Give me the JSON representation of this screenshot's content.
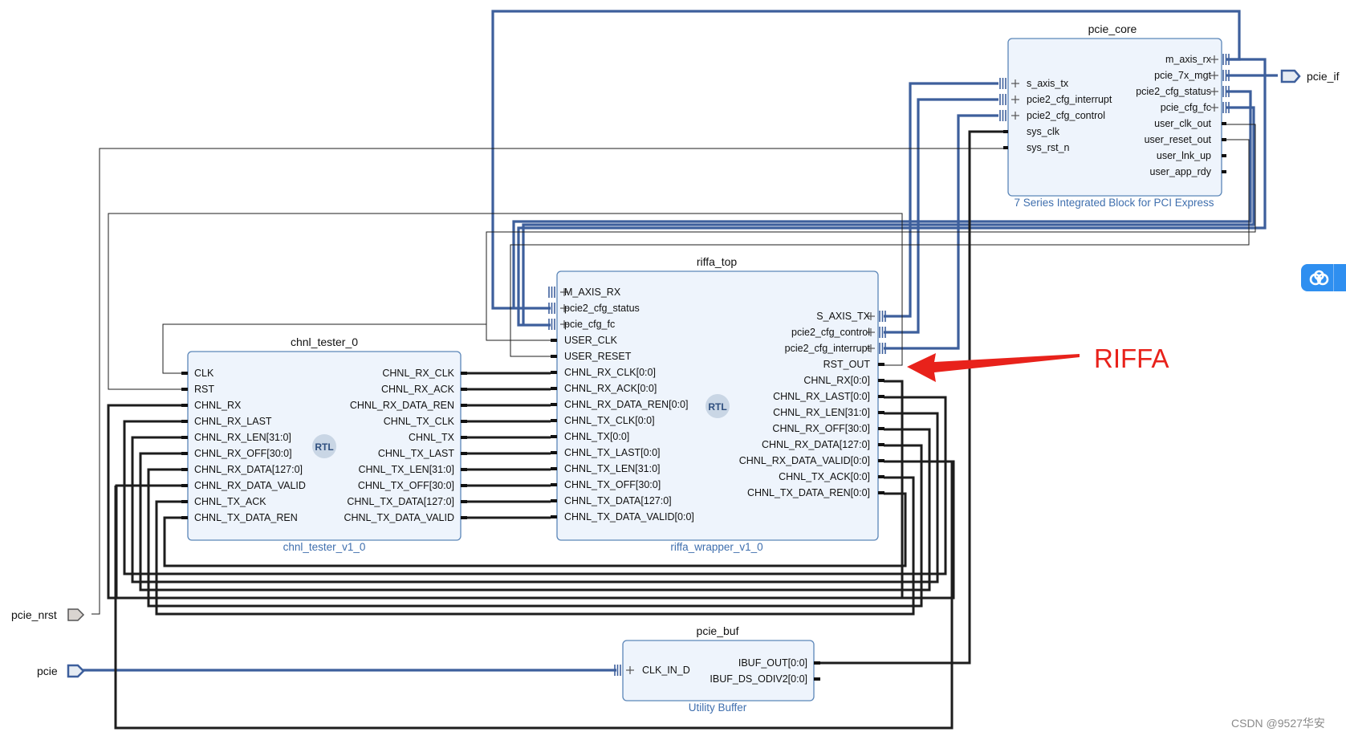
{
  "blocks": {
    "pcie_core": {
      "name": "pcie_core",
      "type": "7 Series Integrated Block for PCI Express",
      "left_ports": [
        "s_axis_tx",
        "pcie2_cfg_interrupt",
        "pcie2_cfg_control",
        "sys_clk",
        "sys_rst_n"
      ],
      "right_ports": [
        "m_axis_rx",
        "pcie_7x_mgt",
        "pcie2_cfg_status",
        "pcie_cfg_fc",
        "user_clk_out",
        "user_reset_out",
        "user_lnk_up",
        "user_app_rdy"
      ]
    },
    "riffa_top": {
      "name": "riffa_top",
      "type": "riffa_wrapper_v1_0",
      "badge": "RTL",
      "left_ports": [
        "M_AXIS_RX",
        "pcie2_cfg_status",
        "pcie_cfg_fc",
        "USER_CLK",
        "USER_RESET",
        "CHNL_RX_CLK[0:0]",
        "CHNL_RX_ACK[0:0]",
        "CHNL_RX_DATA_REN[0:0]",
        "CHNL_TX_CLK[0:0]",
        "CHNL_TX[0:0]",
        "CHNL_TX_LAST[0:0]",
        "CHNL_TX_LEN[31:0]",
        "CHNL_TX_OFF[30:0]",
        "CHNL_TX_DATA[127:0]",
        "CHNL_TX_DATA_VALID[0:0]"
      ],
      "right_ports": [
        "S_AXIS_TX",
        "pcie2_cfg_control",
        "pcie2_cfg_interrupt",
        "RST_OUT",
        "CHNL_RX[0:0]",
        "CHNL_RX_LAST[0:0]",
        "CHNL_RX_LEN[31:0]",
        "CHNL_RX_OFF[30:0]",
        "CHNL_RX_DATA[127:0]",
        "CHNL_RX_DATA_VALID[0:0]",
        "CHNL_TX_ACK[0:0]",
        "CHNL_TX_DATA_REN[0:0]"
      ]
    },
    "chnl_tester_0": {
      "name": "chnl_tester_0",
      "type": "chnl_tester_v1_0",
      "badge": "RTL",
      "left_ports": [
        "CLK",
        "RST",
        "CHNL_RX",
        "CHNL_RX_LAST",
        "CHNL_RX_LEN[31:0]",
        "CHNL_RX_OFF[30:0]",
        "CHNL_RX_DATA[127:0]",
        "CHNL_RX_DATA_VALID",
        "CHNL_TX_ACK",
        "CHNL_TX_DATA_REN"
      ],
      "right_ports": [
        "CHNL_RX_CLK",
        "CHNL_RX_ACK",
        "CHNL_RX_DATA_REN",
        "CHNL_TX_CLK",
        "CHNL_TX",
        "CHNL_TX_LAST",
        "CHNL_TX_LEN[31:0]",
        "CHNL_TX_OFF[30:0]",
        "CHNL_TX_DATA[127:0]",
        "CHNL_TX_DATA_VALID"
      ]
    },
    "pcie_buf": {
      "name": "pcie_buf",
      "type": "Utility Buffer",
      "left_ports": [
        "CLK_IN_D"
      ],
      "right_ports": [
        "IBUF_OUT[0:0]",
        "IBUF_DS_ODIV2[0:0]"
      ]
    }
  },
  "external_ports": {
    "pcie_if": "pcie_if",
    "pcie_nrst": "pcie_nrst",
    "pcie": "pcie"
  },
  "annotation": {
    "label": "RIFFA",
    "color": "#e8221b"
  },
  "watermark": "CSDN @9527华安",
  "colors": {
    "bus": "#3d5f9c",
    "block_fill": "#eef4fc",
    "block_border": "#5b86b8",
    "subtitle": "#3f6fae"
  },
  "side_widget": {
    "icon": "cloud-icon",
    "color": "#2f8ff0"
  }
}
